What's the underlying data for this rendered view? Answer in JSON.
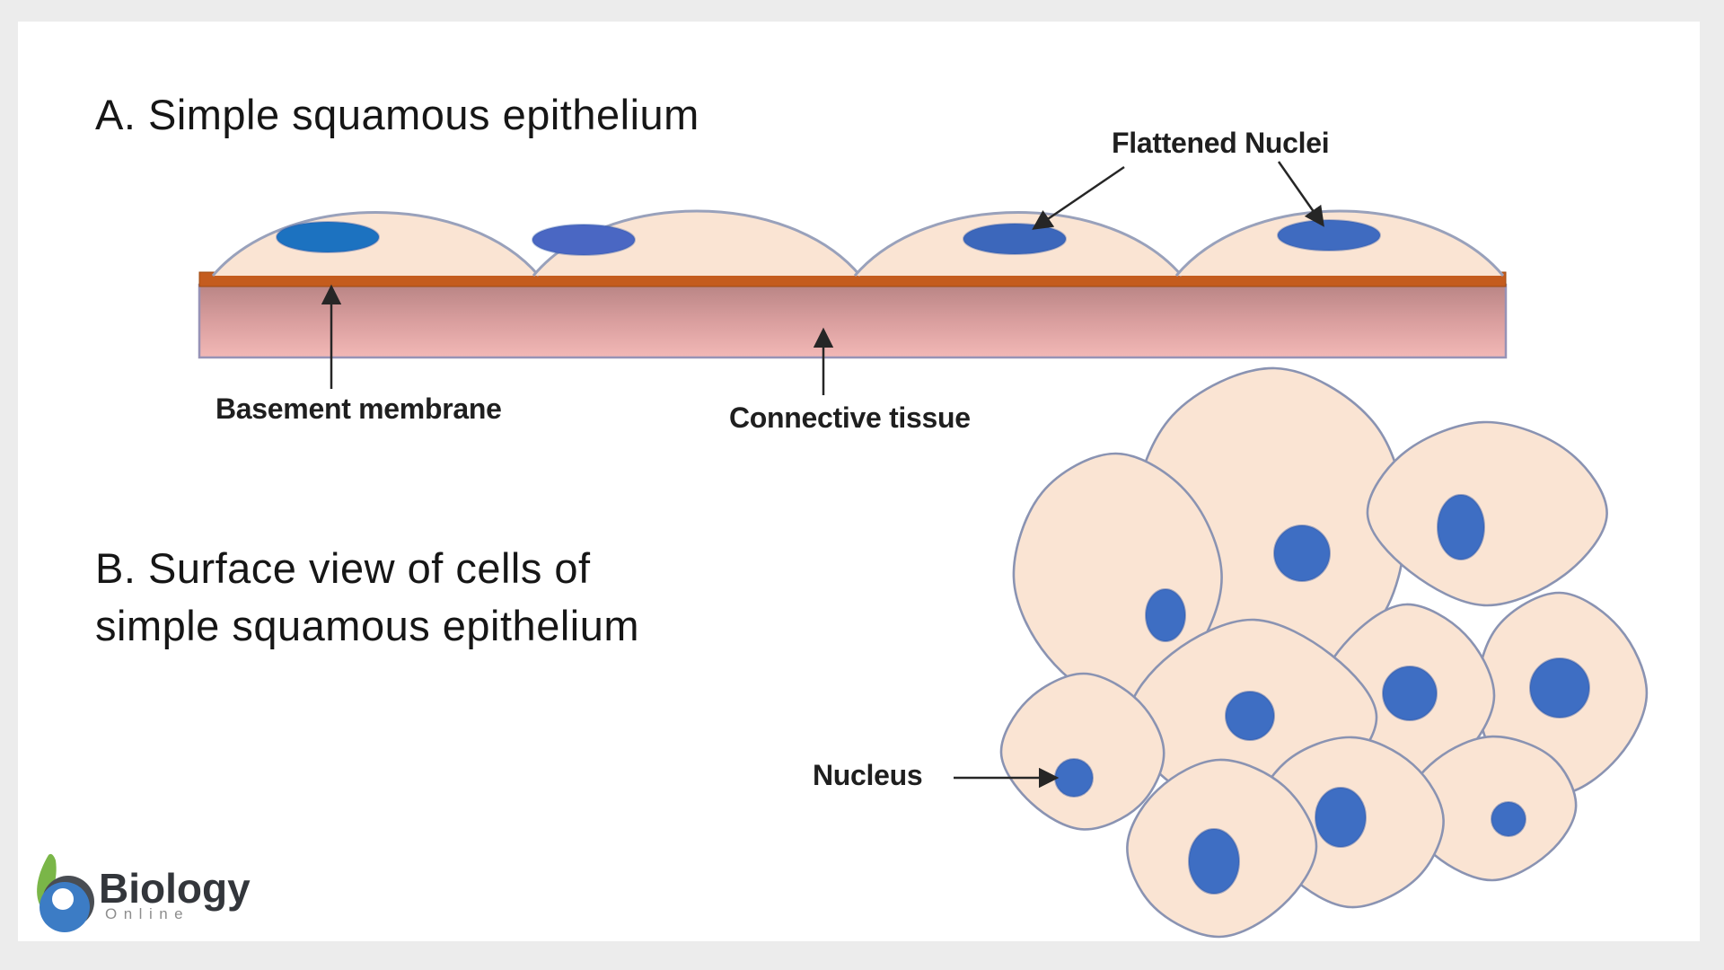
{
  "part_a": {
    "title": "A. Simple squamous epithelium",
    "flattened_nuclei_label": "Flattened Nuclei",
    "basement_membrane_label": "Basement membrane",
    "connective_tissue_label": "Connective tissue"
  },
  "part_b": {
    "title_line1": "B. Surface view of cells of",
    "title_line2": "simple squamous epithelium",
    "nucleus_label": "Nucleus"
  },
  "logo": {
    "brand": "Biology",
    "subtitle": "Online"
  },
  "colors": {
    "pageBg": "#ECECEC",
    "cardBg": "#FFFFFF",
    "titleText": "#161616",
    "labelText": "#1F1F1F",
    "arrow": "#262626",
    "cellFill": "#FAE4D3",
    "cellStrokeA": "#99A1BB",
    "cellStrokeB": "#8A93B2",
    "membraneOrange": "#C45C1E",
    "membraneEdge": "#9C4A12",
    "tissueTop": "#B98585",
    "tissueMid": "#D99E9E",
    "tissueBottom": "#F2B8B6",
    "tissueBorder": "#9792B6",
    "nucleusBlueB": "#3E6EC3",
    "nucleusEdgeB": "#2E57A6",
    "nucleusA1": "#1C72C0",
    "nucleusA2": "#4A67C3",
    "nucleusA3": "#3C67BB",
    "nucleusA4": "#3F6BC0",
    "logoGreen": "#7AB648",
    "logoDark": "#494D53",
    "logoBlue": "#3C7CC5",
    "logoText": "#33363B",
    "logoSubText": "#8D8D8D"
  }
}
